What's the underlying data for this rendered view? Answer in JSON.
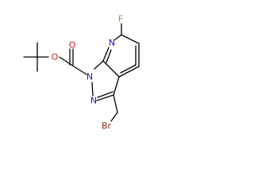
{
  "molecule": {
    "atoms": {
      "fluorine": "F",
      "pyridine_n": "N",
      "n1": "N",
      "n2": "N",
      "o_carbonyl": "O",
      "o_ester": "O",
      "bromine": "Br"
    },
    "colors": {
      "bond": "#000000",
      "fluorine": "#8a9a2a",
      "nitrogen": "#1a1aa8",
      "oxygen": "#c82020",
      "bromine": "#8a2a1a"
    }
  }
}
